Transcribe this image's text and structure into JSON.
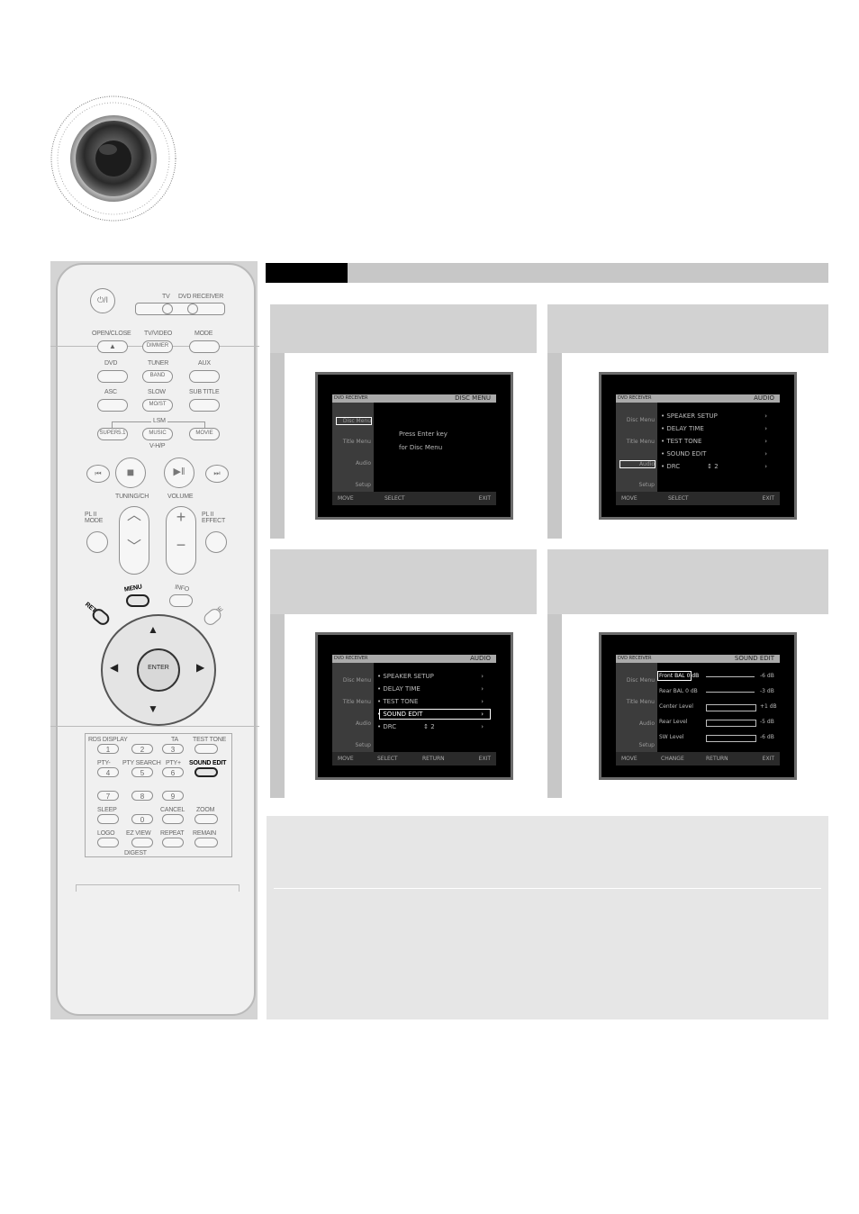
{
  "remote": {
    "power": "⏻/I",
    "mode_labels": [
      "TV",
      "DVD RECEIVER"
    ],
    "row1": [
      "OPEN/CLOSE",
      "TV/VIDEO",
      "MODE"
    ],
    "row1_btn": [
      "▲",
      "DIMMER",
      ""
    ],
    "row2": [
      "DVD",
      "TUNER",
      "AUX"
    ],
    "row2_btn": [
      "",
      "BAND",
      ""
    ],
    "row3": [
      "ASC",
      "SLOW",
      "SUB TITLE"
    ],
    "row3_btn": [
      "",
      "MO/ST",
      ""
    ],
    "lsm": "LSM",
    "row4_btn": [
      "SUPER5.1",
      "MUSIC",
      "MOVIE"
    ],
    "vhp": "V-H/P",
    "tuning": "TUNING/CH",
    "volume": "VOLUME",
    "pl_mode": "PL II MODE",
    "pl_effect": "PL II EFFECT",
    "return": "RETURN",
    "menu": "MENU",
    "info": "INFO",
    "mute": "MUTE",
    "enter": "ENTER",
    "num_labels1": [
      "RDS DISPLAY",
      "TA",
      "TEST TONE"
    ],
    "num_labels2": [
      "PTY-",
      "PTY SEARCH",
      "PTY+",
      "SOUND EDIT"
    ],
    "nums": [
      "1",
      "2",
      "3",
      "4",
      "5",
      "6",
      "7",
      "8",
      "9",
      "0"
    ],
    "num_labels3": [
      "SLEEP",
      "",
      "CANCEL",
      "ZOOM"
    ],
    "num_labels4": [
      "LOGO",
      "EZ VIEW",
      "REPEAT",
      "REMAIN"
    ],
    "digest": "DIGEST"
  },
  "screens": [
    {
      "brand": "DVD RECEIVER",
      "title": "DISC MENU",
      "side": [
        "Disc Menu",
        "Title Menu",
        "Audio",
        "Setup"
      ],
      "msg": [
        "Press Enter key",
        "for Disc Menu"
      ],
      "bottom": [
        "MOVE",
        "SELECT",
        "EXIT"
      ]
    },
    {
      "brand": "DVD RECEIVER",
      "title": "AUDIO",
      "side": [
        "Disc Menu",
        "Title Menu",
        "Audio",
        "Setup"
      ],
      "items": [
        "SPEAKER SETUP",
        "DELAY TIME",
        "TEST TONE",
        "SOUND EDIT",
        "DRC"
      ],
      "drc_val": "2",
      "bottom": [
        "MOVE",
        "SELECT",
        "EXIT"
      ]
    },
    {
      "brand": "DVD RECEIVER",
      "title": "AUDIO",
      "side": [
        "Disc Menu",
        "Title Menu",
        "Audio",
        "Setup"
      ],
      "items": [
        "SPEAKER SETUP",
        "DELAY TIME",
        "TEST TONE",
        "SOUND EDIT",
        "DRC"
      ],
      "drc_val": "2",
      "bottom": [
        "MOVE",
        "SELECT",
        "RETURN",
        "EXIT"
      ]
    },
    {
      "brand": "DVD RECEIVER",
      "title": "SOUND EDIT",
      "side": [
        "Disc Menu",
        "Title Menu",
        "Audio",
        "Setup"
      ],
      "rows": [
        {
          "label": "Front BAL",
          "val": "0 dB",
          "right": "-6 dB"
        },
        {
          "label": "Rear BAL",
          "val": "0 dB",
          "right": "-3 dB"
        },
        {
          "label": "Center Level",
          "val": "",
          "right": "+1 dB"
        },
        {
          "label": "Rear Level",
          "val": "",
          "right": "-5 dB"
        },
        {
          "label": "SW Level",
          "val": "",
          "right": "-6 dB"
        }
      ],
      "bottom": [
        "MOVE",
        "CHANGE",
        "RETURN",
        "EXIT"
      ]
    }
  ]
}
